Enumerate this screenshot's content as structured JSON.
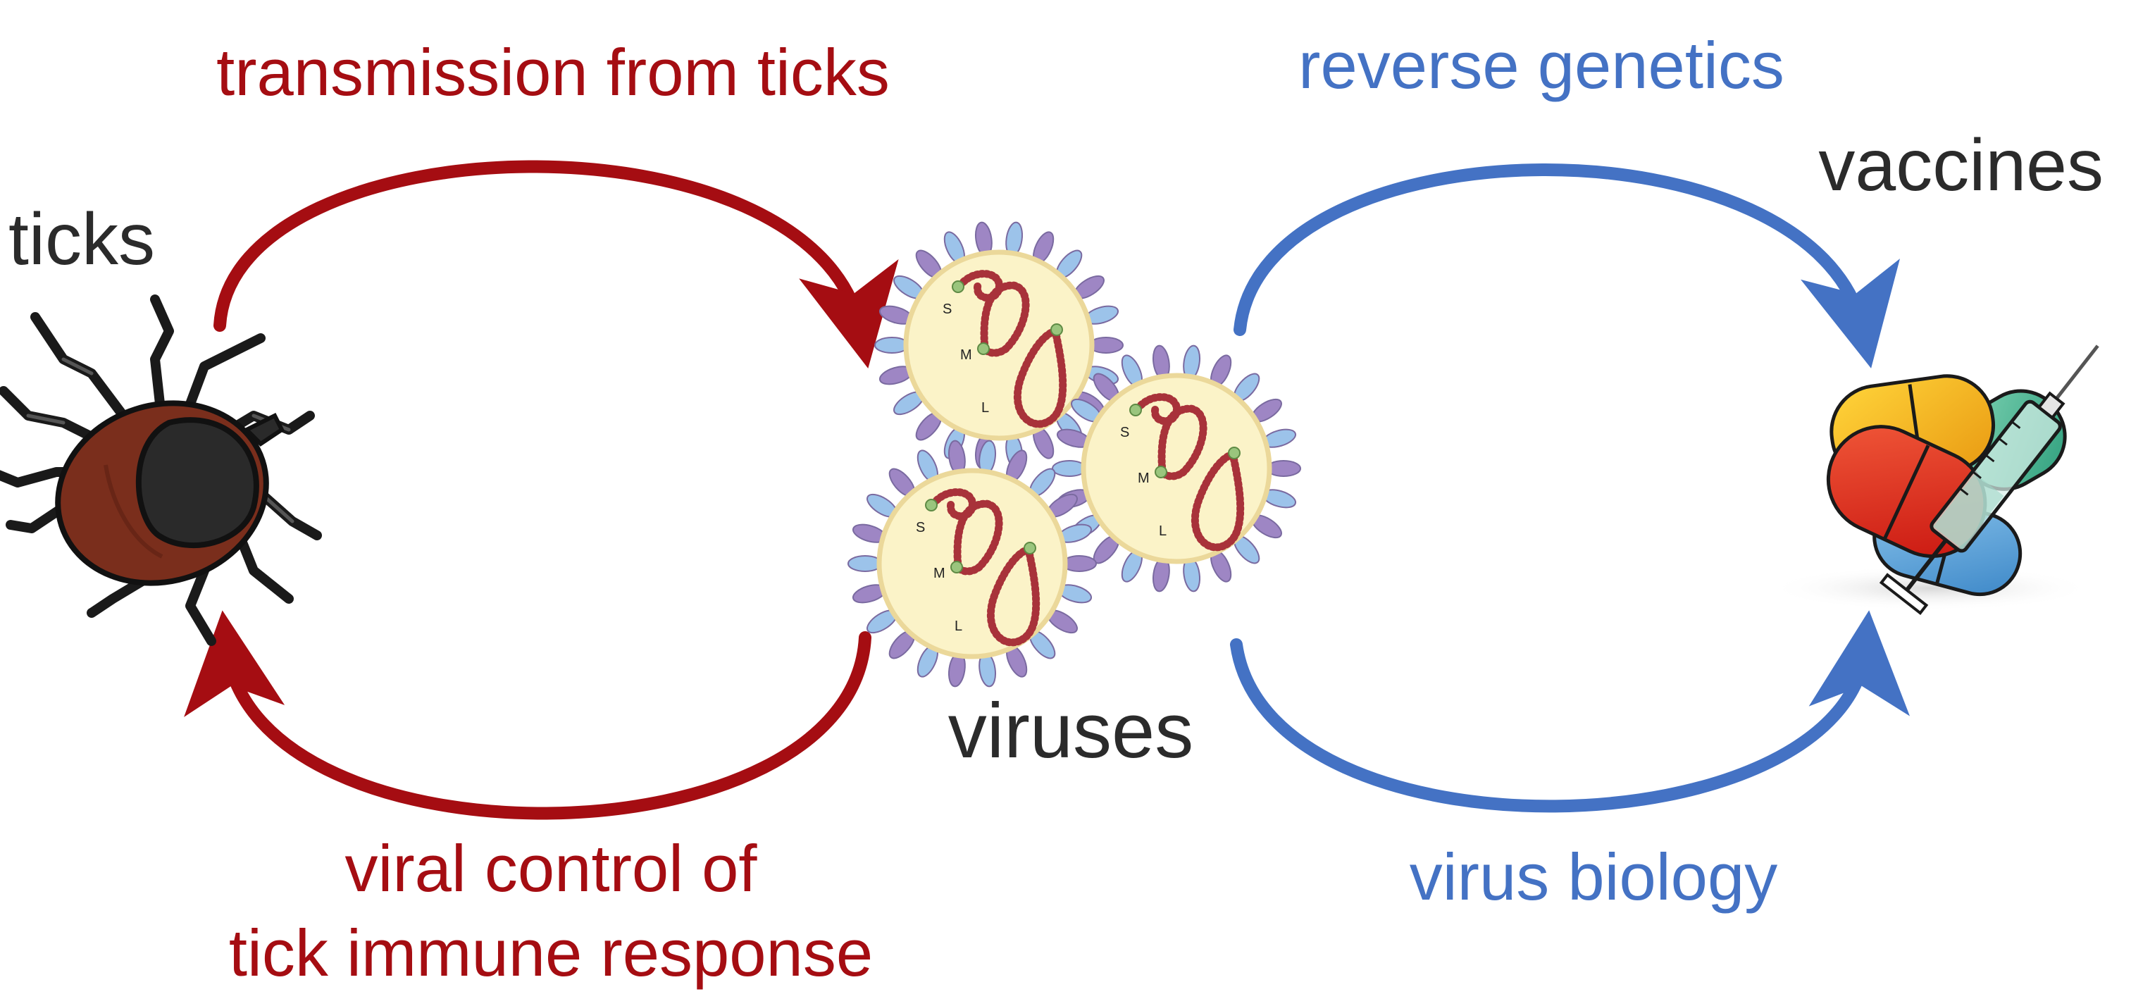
{
  "colors": {
    "red": "#A50D12",
    "blue": "#4472C4",
    "dark": "#2b2b2b",
    "virus_fill": "#FBF3C8",
    "virus_border": "#EBD89A",
    "glyco_purple": "#9E86C4",
    "glyco_blue": "#9CC3EA",
    "rna": "#A8323A",
    "rna_end": "#9AC57D",
    "tick_body": "#7A2E1C",
    "tick_shield": "#2a2a2a"
  },
  "labels": {
    "ticks": "ticks",
    "viruses": "viruses",
    "vaccines": "vaccines",
    "transmission": "transmission from ticks",
    "viral_control_line1": "viral control of",
    "viral_control_line2": "tick immune response",
    "reverse_genetics": "reverse genetics",
    "virus_biology": "virus biology"
  },
  "segments": {
    "s": "S",
    "m": "M",
    "l": "L"
  },
  "icons": {
    "tick": "tick-icon",
    "virus": "virus-particle-icon",
    "vaccine": "vaccine-pills-syringe-icon"
  }
}
